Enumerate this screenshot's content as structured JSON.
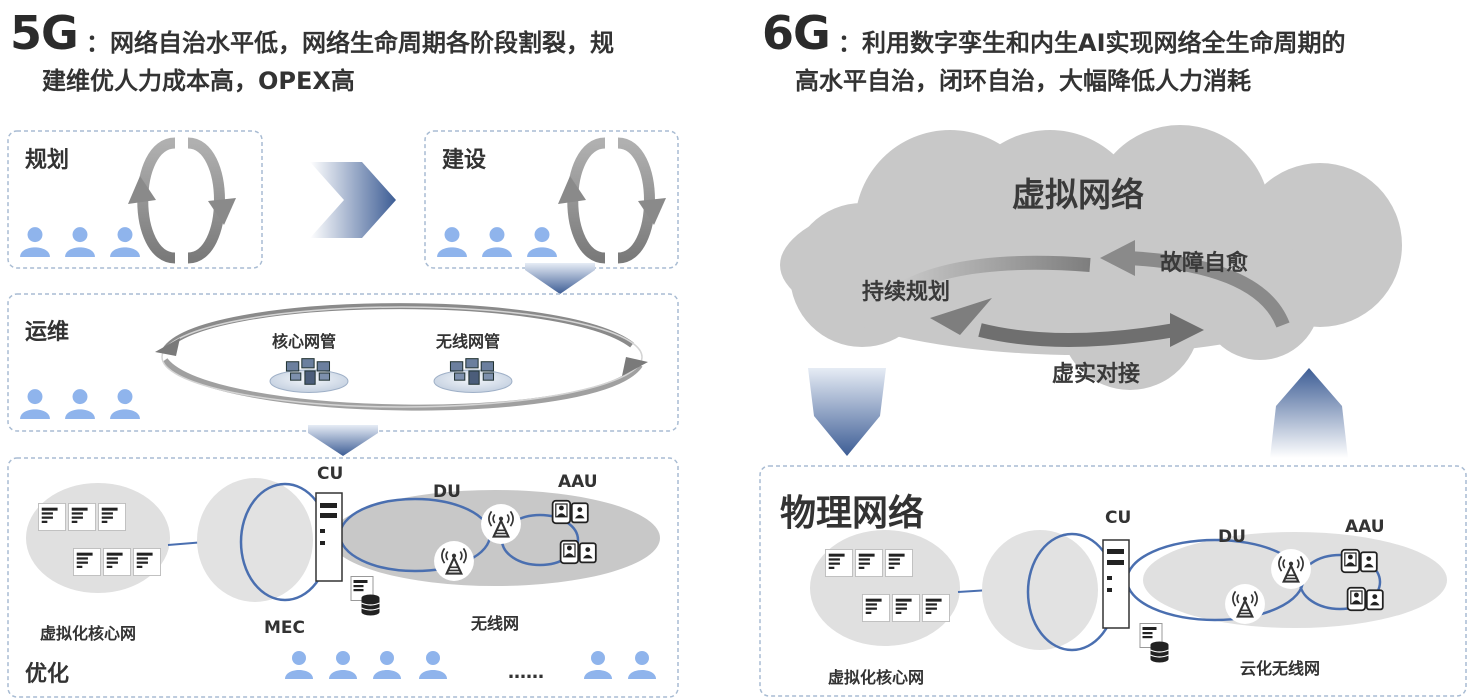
{
  "left": {
    "gen": "5G",
    "line1": "：网络自治水平低，网络生命周期各阶段割裂，规",
    "line2": "建维优人力成本高，OPEX高",
    "planning": "规划",
    "construction": "建设",
    "operation": "运维",
    "core_mgmt": "核心网管",
    "wireless_mgmt": "无线网管",
    "cu": "CU",
    "du": "DU",
    "aau": "AAU",
    "mec": "MEC",
    "virt_core": "虚拟化核心网",
    "wireless_net": "无线网",
    "optimization": "优化",
    "ellipsis": "……"
  },
  "right": {
    "gen": "6G",
    "line1": "：利用数字孪生和内生AI实现网络全生命周期的",
    "line2": "高水平自治，闭环自治，大幅降低人力消耗",
    "virtual_net": "虚拟网络",
    "fault_heal": "故障自愈",
    "cont_plan": "持续规划",
    "vr_dock": "虚实对接",
    "physical_net": "物理网络",
    "cu": "CU",
    "du": "DU",
    "aau": "AAU",
    "virt_core": "虚拟化核心网",
    "cloud_wireless": "云化无线网"
  },
  "colors": {
    "person": "#8fb4ec",
    "ring_blue": "#4a6fb0",
    "arrow_dark": "#3d5d95",
    "cloud": "#c8c8c8",
    "panel_border": "#a9bcd3"
  }
}
